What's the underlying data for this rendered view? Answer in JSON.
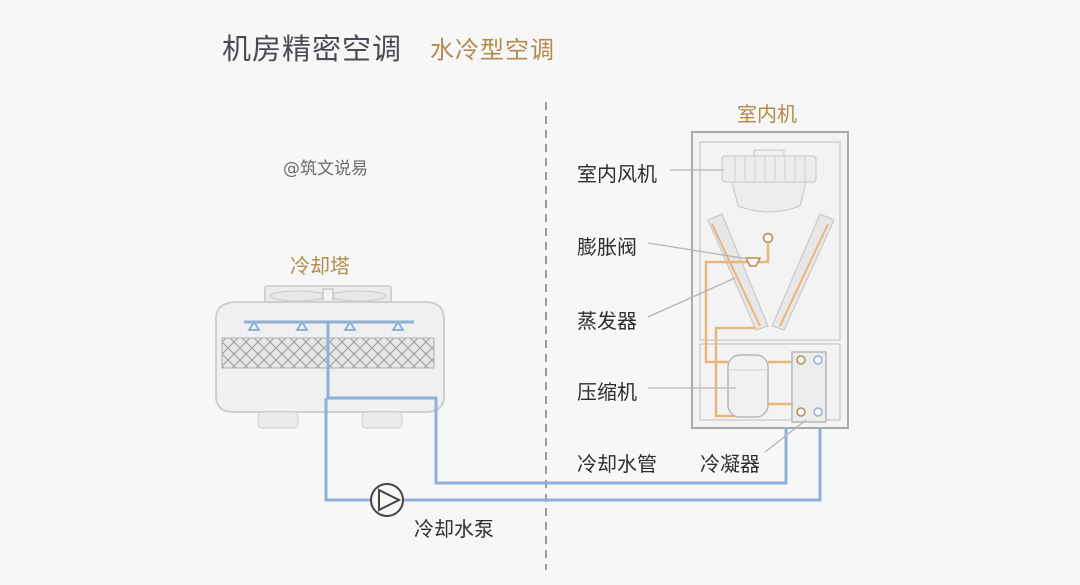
{
  "title": "机房精密空调",
  "subtitle": "水冷型空调",
  "watermark": "@筑文说易",
  "labels": {
    "cooling_tower": "冷却塔",
    "indoor_unit": "室内机",
    "indoor_fan": "室内风机",
    "expansion_valve": "膨胀阀",
    "evaporator": "蒸发器",
    "compressor": "压缩机",
    "cooling_pipe": "冷却水管",
    "condenser": "冷凝器",
    "cooling_pump": "冷却水泵"
  },
  "colors": {
    "water_pipe": "#8fb0d8",
    "refrigerant_pipe": "#e8b67a",
    "label_accent": "#b38a4c",
    "divider": "#9a9a9a"
  }
}
